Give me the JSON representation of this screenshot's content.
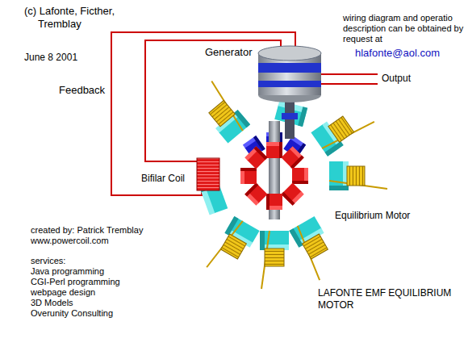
{
  "diagram": {
    "title": "LAFONTE EMF EQUILIBRIUM MOTOR",
    "labels": [
      "(c) Lafonte, Ficther, Tremblay",
      "June 8 2001",
      "Feedback",
      "Generator",
      "wiring diagram and operatio description can be obtained by request at",
      "hlafonte@aol.com",
      "Output",
      "Bifilar Coil",
      "Equilibrium Motor",
      "created by: Patrick Tremblay",
      "www.powercoil.com",
      "services:",
      "Java programming",
      "CGI-Perl programming",
      "webpage design",
      "3D Models",
      "Overunity Consulting"
    ]
  }
}
